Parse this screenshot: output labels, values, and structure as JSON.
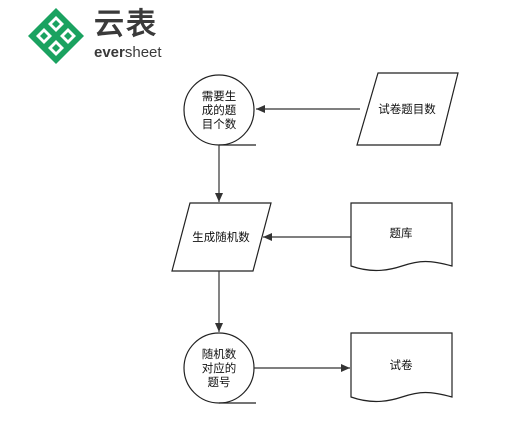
{
  "brand": {
    "name_cn": "云表",
    "name_en_part1": "ever",
    "name_en_part2": "sheet",
    "logo_color": "#1aa260"
  },
  "diagram": {
    "nodes": {
      "need_count": "需要生\n成的题\n目个数",
      "exam_question_count": "试卷题目数",
      "generate_random": "生成随机数",
      "question_bank": "题库",
      "random_to_question": "随机数\n对应的\n题号",
      "exam_paper": "试卷"
    }
  }
}
